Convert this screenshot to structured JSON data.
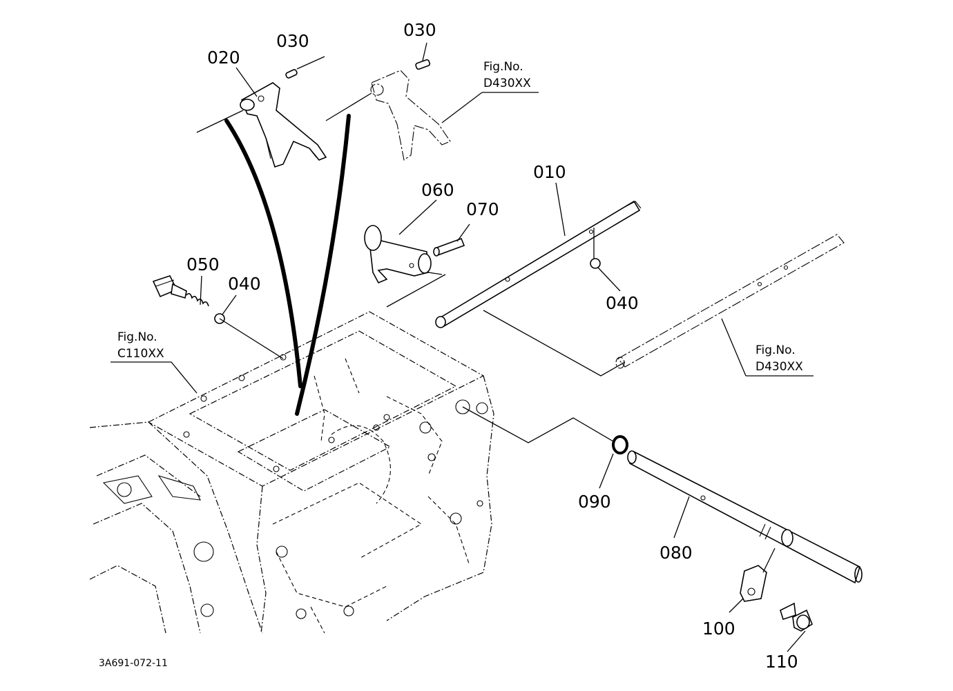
{
  "diagram": {
    "drawing_code": "3A691-072-11",
    "part_labels": {
      "p010": "010",
      "p020": "020",
      "p030a": "030",
      "p030b": "030",
      "p040a": "040",
      "p040b": "040",
      "p050": "050",
      "p060": "060",
      "p070": "070",
      "p080": "080",
      "p090": "090",
      "p100": "100",
      "p110": "110"
    },
    "figure_refs": [
      {
        "prefix": "Fig.No.",
        "number": "D430XX"
      },
      {
        "prefix": "Fig.No.",
        "number": "C110XX"
      },
      {
        "prefix": "Fig.No.",
        "number": "D430XX"
      }
    ]
  }
}
